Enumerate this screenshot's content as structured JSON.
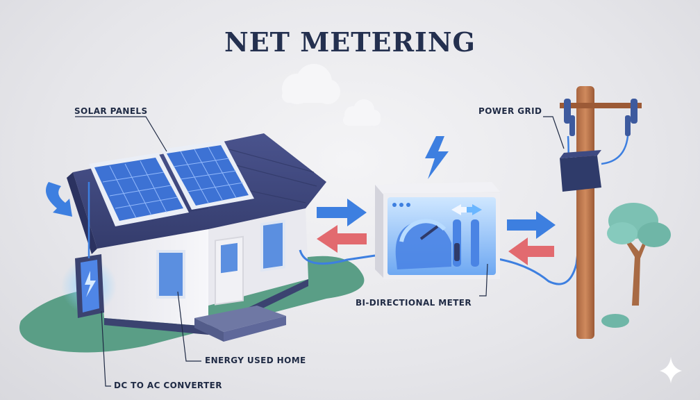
{
  "title": "NET METERING",
  "labels": {
    "solar_panels": "SOLAR PANELS",
    "power_grid": "POWER GRID",
    "bi_directional_meter": "BI-DIRECTIONAL METER",
    "energy_used_home": "ENERGY USED HOME",
    "dc_to_ac_converter": "DC TO AC CONVERTER"
  },
  "colors": {
    "title": "#24304f",
    "roof": "#3c4478",
    "house_wall": "#f3f3f6",
    "window_blue": "#5b8fe0",
    "arrow_blue": "#3d7fe0",
    "arrow_red": "#e26a6f",
    "pole": "#c07a50",
    "tree": "#7cc1b3",
    "lawn": "#5a9e86",
    "meter_screen": "#9fd0ff"
  }
}
